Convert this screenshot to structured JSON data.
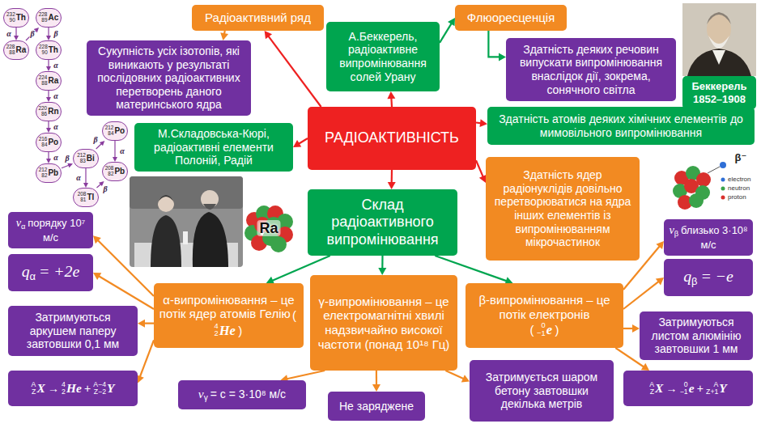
{
  "diagram": {
    "nodes": [
      {
        "text": [
          "Радіоактивний ряд"
        ]
      },
      {
        "text": [
          "А.Беккерель, радіоактивне випромінювання солей Урану"
        ]
      },
      {
        "text": [
          "Флюоресценція"
        ]
      },
      {
        "text": [
          "Беккерель",
          "1852–1908"
        ]
      },
      {
        "text": [
          "Сукупність усіх ізотопів, які виникають у результаті послідовних радіоактивних перетворень даного материнського ядра"
        ]
      },
      {
        "text": [
          "Здатність деяких речовин випускати випромінювання внаслідок дії, зокрема, сонячного світла"
        ]
      },
      {
        "text": [
          "РАДІОАКТИВНІСТЬ"
        ]
      },
      {
        "text": [
          "М.Складовська-Кюрі, радіоактивні елементи Полоній, Радій"
        ]
      },
      {
        "text": [
          "Здатність атомів деяких хімічних елементів до мимовільного випромінювання"
        ]
      },
      {
        "text": [
          "Здатність ядер радіонуклідів довільно перетворюватися на ядра інших елементів із випромінюванням мікрочастинок"
        ]
      },
      {
        "text": [
          "Склад радіоактивного випромінювання"
        ]
      },
      {
        "text": [
          "v",
          "β",
          "близько 3·10⁸ м/с"
        ]
      },
      {
        "text": [
          "v",
          "α",
          "порядку 10⁷ м/с"
        ]
      },
      {
        "text": [
          "q",
          "α",
          "= +2e"
        ]
      },
      {
        "text": [
          "q",
          "β",
          "= −e"
        ]
      },
      {
        "text": [
          "α-випромінювання – це потік ядер атомів Гелію",
          "(",
          "4",
          "2",
          "He",
          ")"
        ]
      },
      {
        "text": [
          "γ-випромінювання – це електромагнітні хвилі надзвичайно високої частоти (понад 10¹⁸ Гц)"
        ]
      },
      {
        "text": [
          "β-випромінювання – це потік електронів",
          "(",
          "0",
          "−1",
          "e",
          ")"
        ]
      },
      {
        "text": [
          "Затримуються аркушем паперу завтовшки 0,1 мм"
        ]
      },
      {
        "text": [
          "Затримуються листом алюмінію завтовшки 1 мм"
        ]
      },
      {
        "text": [
          "A",
          "Z",
          "X",
          "→",
          "4",
          "2",
          "He",
          "+",
          "A−4",
          "Z−2",
          "Y"
        ]
      },
      {
        "text": [
          "v",
          "γ",
          "= c = 3·10⁸ м/с"
        ]
      },
      {
        "text": [
          "Затримується шаром бетону завтовшки декілька метрів"
        ]
      },
      {
        "text": [
          "Не заряджене"
        ]
      },
      {
        "text": [
          "A",
          "Z",
          "X",
          "→",
          "0",
          "−1",
          "e",
          "+",
          "A",
          "Z+1",
          "Y"
        ]
      },
      {
        "text": [
          "232",
          "90",
          "Th"
        ]
      },
      {
        "text": [
          "228",
          "88",
          "Ra"
        ]
      },
      {
        "text": [
          "228",
          "89",
          "Ac"
        ]
      },
      {
        "text": [
          "228",
          "90",
          "Th"
        ]
      },
      {
        "text": [
          "224",
          "88",
          "Ra"
        ]
      },
      {
        "text": [
          "220",
          "86",
          "Rn"
        ]
      },
      {
        "text": [
          "216",
          "84",
          "Po"
        ]
      },
      {
        "text": [
          "212",
          "82",
          "Pb"
        ]
      },
      {
        "text": [
          "212",
          "83",
          "Bi"
        ]
      },
      {
        "text": [
          "212",
          "84",
          "Po"
        ]
      },
      {
        "text": [
          "208",
          "82",
          "Pb"
        ]
      },
      {
        "text": [
          "208",
          "81",
          "Tl"
        ]
      }
    ],
    "edges": [
      {
        "from": 6,
        "to": 0,
        "arrow": "to"
      },
      {
        "from": 6,
        "to": 1,
        "arrow": "to"
      },
      {
        "from": 1,
        "to": 2,
        "arrow": "to"
      },
      {
        "from": 2,
        "to": 5,
        "arrow": "to"
      },
      {
        "from": 0,
        "to": 4,
        "arrow": "to"
      },
      {
        "from": 6,
        "to": 7,
        "arrow": "to"
      },
      {
        "from": 6,
        "to": 8,
        "arrow": "to"
      },
      {
        "from": 6,
        "to": 9,
        "arrow": "to"
      },
      {
        "from": 6,
        "to": 10,
        "arrow": "to"
      },
      {
        "from": 10,
        "to": 15,
        "arrow": "to"
      },
      {
        "from": 10,
        "to": 16,
        "arrow": "to"
      },
      {
        "from": 10,
        "to": 17,
        "arrow": "to"
      },
      {
        "from": 15,
        "to": 12,
        "arrow": "to"
      },
      {
        "from": 15,
        "to": 13,
        "arrow": "to"
      },
      {
        "from": 15,
        "to": 18,
        "arrow": "to"
      },
      {
        "from": 15,
        "to": 20,
        "arrow": "to"
      },
      {
        "from": 16,
        "to": 21,
        "arrow": "to"
      },
      {
        "from": 16,
        "to": 23,
        "arrow": "to"
      },
      {
        "from": 16,
        "to": 22,
        "arrow": "to"
      },
      {
        "from": 17,
        "to": 11,
        "arrow": "to"
      },
      {
        "from": 17,
        "to": 14,
        "arrow": "to"
      },
      {
        "from": 17,
        "to": 19,
        "arrow": "to"
      },
      {
        "from": 17,
        "to": 24,
        "arrow": "to"
      },
      {
        "from": 25,
        "to": 26,
        "label": "α",
        "arrow": "to"
      },
      {
        "from": 26,
        "to": 27,
        "label": "β",
        "arrow": "to"
      },
      {
        "from": 27,
        "to": 28,
        "label": "β",
        "arrow": "to"
      },
      {
        "from": 28,
        "to": 29,
        "label": "α",
        "arrow": "to"
      },
      {
        "from": 29,
        "to": 30,
        "label": "α",
        "arrow": "to"
      },
      {
        "from": 30,
        "to": 31,
        "label": "α",
        "arrow": "to"
      },
      {
        "from": 31,
        "to": 32,
        "label": "α",
        "arrow": "to"
      },
      {
        "from": 32,
        "to": 33,
        "label": "β",
        "arrow": "to"
      },
      {
        "from": 33,
        "to": 34,
        "label": "β",
        "arrow": "to"
      },
      {
        "from": 34,
        "to": 35,
        "label": "α",
        "arrow": "to"
      },
      {
        "from": 33,
        "to": 36,
        "label": "α",
        "arrow": "to"
      },
      {
        "from": 36,
        "to": 35,
        "label": "β",
        "arrow": "to"
      }
    ],
    "labels": [
      "Ra",
      "β⁻",
      "electron",
      "neutron",
      "proton"
    ]
  }
}
